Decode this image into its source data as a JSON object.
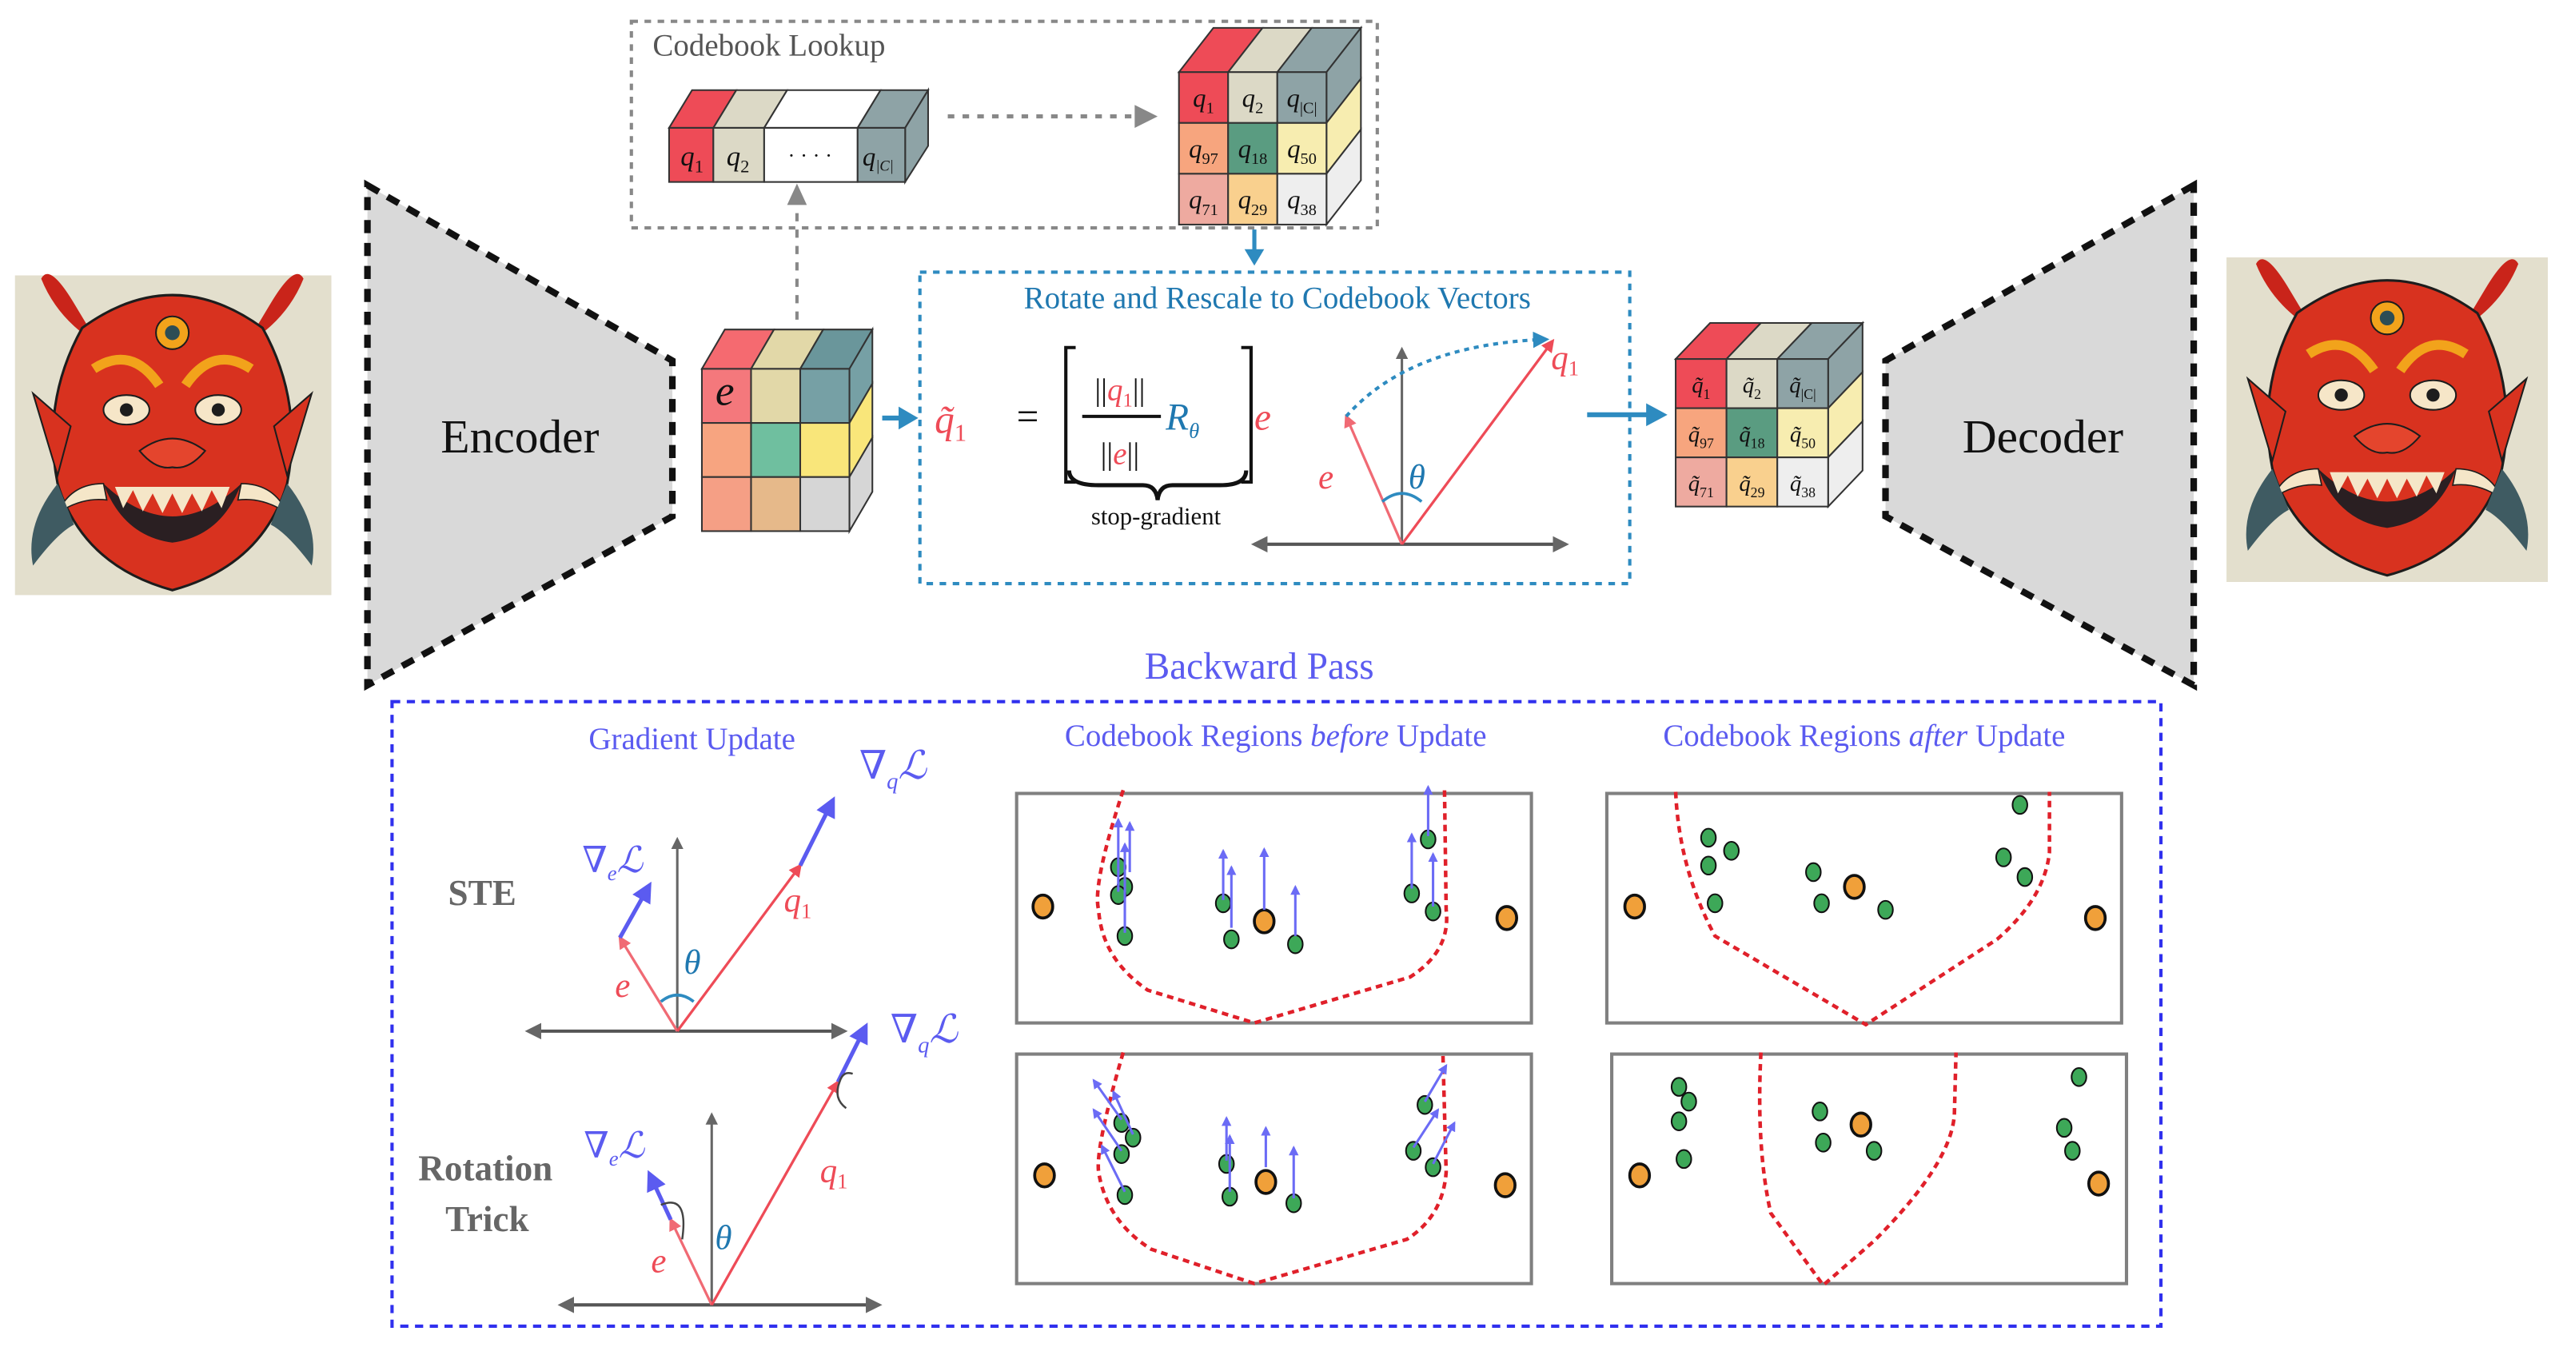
{
  "left_image": {
    "label": "input image (oni mask)"
  },
  "right_image": {
    "label": "reconstructed image (oni mask)"
  },
  "encoder": {
    "label": "Encoder"
  },
  "decoder": {
    "label": "Decoder"
  },
  "codebook_lookup": {
    "title": "Codebook Lookup",
    "codebook_entries": [
      "q",
      "q",
      "· · · ·",
      "q"
    ],
    "codebook_subscripts": [
      "1",
      "2",
      "",
      "|C|"
    ],
    "quantized_grid": {
      "labels": [
        "q1",
        "q2",
        "q|C|",
        "q97",
        "q18",
        "q50",
        "q71",
        "q29",
        "q38"
      ],
      "bases": [
        "q",
        "q",
        "q",
        "q",
        "q",
        "q",
        "q",
        "q",
        "q"
      ],
      "subscripts": [
        "1",
        "2",
        "|C|",
        "97",
        "18",
        "50",
        "71",
        "29",
        "38"
      ]
    }
  },
  "encoded_cube": {
    "label": "e"
  },
  "rotate_panel": {
    "title": "Rotate and Rescale to Codebook Vectors",
    "lhs": "q̃",
    "lhs_sub": "1",
    "equals": "=",
    "numerator": "||q1||",
    "numerator_base": "q",
    "numerator_sub": "1",
    "denominator": "||e||",
    "denominator_base": "e",
    "rotation": "R",
    "rotation_sub": "θ",
    "vector": "e",
    "brace_label": "stop-gradient",
    "diagram": {
      "e_label": "e",
      "q_label": "q",
      "q_sub": "1",
      "theta_label": "θ"
    }
  },
  "output_grid": {
    "bases": [
      "q̃",
      "q̃",
      "q̃",
      "q̃",
      "q̃",
      "q̃",
      "q̃",
      "q̃",
      "q̃"
    ],
    "subscripts": [
      "1",
      "2",
      "|C|",
      "97",
      "18",
      "50",
      "71",
      "29",
      "38"
    ]
  },
  "backward": {
    "title": "Backward Pass",
    "gradient_update_title": "Gradient Update",
    "before_title_prefix": "Codebook Regions ",
    "before_title_em": "before",
    "before_title_suffix": " Update",
    "after_title_prefix": "Codebook Regions ",
    "after_title_em": "after",
    "after_title_suffix": " Update",
    "rows": [
      {
        "label_lines": [
          "STE"
        ],
        "grad_e": "∇",
        "grad_e_sub": "e",
        "grad_q": "∇",
        "grad_q_sub": "q",
        "loss": "ℒ",
        "e_label": "e",
        "q_label": "q",
        "q_sub": "1",
        "theta_label": "θ"
      },
      {
        "label_lines": [
          "Rotation",
          "Trick"
        ],
        "grad_e": "∇",
        "grad_e_sub": "e",
        "grad_q": "∇",
        "grad_q_sub": "q",
        "loss": "ℒ",
        "e_label": "e",
        "q_label": "q",
        "q_sub": "1",
        "theta_label": "θ"
      }
    ]
  },
  "colors": {
    "red": "#ee4b57",
    "beige": "#dcd9c6",
    "slate": "#8ea3a6",
    "salmon": "#f7a57e",
    "teal": "#5a9c81",
    "yellow": "#f7edb0",
    "pink": "#eeaaa0",
    "tan": "#f9d08e",
    "lightgray": "#eeeeee",
    "blue_title": "#1f78b0",
    "backward_blue": "#5b5bf0",
    "gray_text": "#666666"
  }
}
